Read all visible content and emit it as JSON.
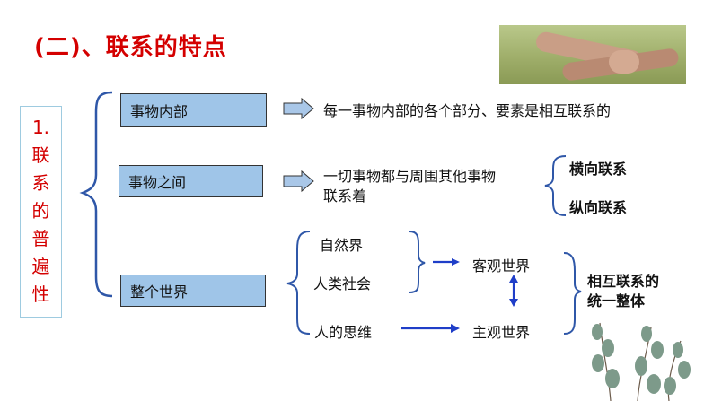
{
  "title": "(二)、联系的特点",
  "side_label": {
    "number": "1.",
    "chars": [
      "联",
      "系",
      "的",
      "普",
      "遍",
      "性"
    ]
  },
  "boxes": {
    "inner": "事物内部",
    "between": "事物之间",
    "whole": "整个世界"
  },
  "descriptions": {
    "inner": "每一事物内部的各个部分、要素是相互联系的",
    "between_line1": "一切事物都与周围其他事物",
    "between_line2": "联系着"
  },
  "connection_types": {
    "horizontal": "横向联系",
    "vertical": "纵向联系"
  },
  "world": {
    "nature": "自然界",
    "society": "人类社会",
    "thought": "人的思维",
    "objective": "客观世界",
    "subjective": "主观世界",
    "conclusion_line1": "相互联系的",
    "conclusion_line2": "统一整体"
  },
  "colors": {
    "title_red": "#d40000",
    "box_blue": "#9fc5e8",
    "arrow_blue": "#1f3ec8",
    "bracket_blue": "#2f57a8"
  }
}
